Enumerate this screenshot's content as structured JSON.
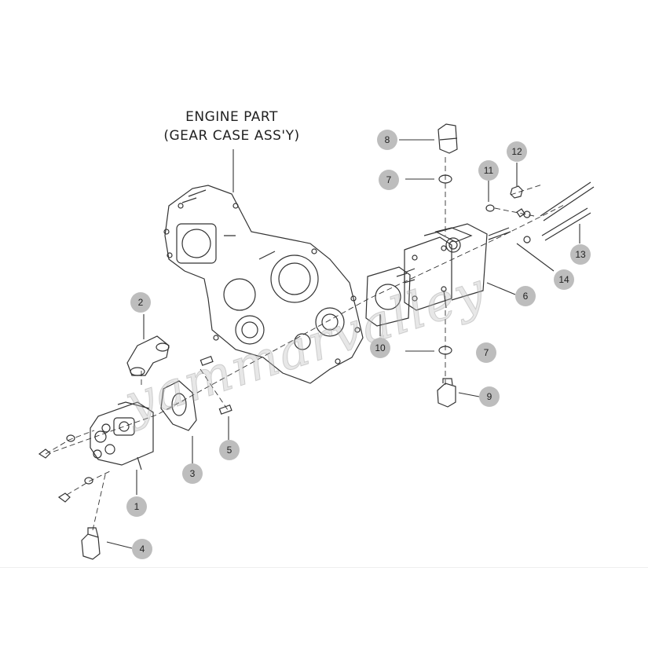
{
  "diagram": {
    "title_line1": "ENGINE PART",
    "title_line2": "(GEAR CASE ASS'Y)",
    "watermark": "yammarvalley",
    "callouts": [
      "1",
      "2",
      "3",
      "4",
      "5",
      "6",
      "7",
      "7",
      "8",
      "9",
      "10",
      "11",
      "12",
      "13",
      "14"
    ],
    "colors": {
      "callout_fill": "#bdbdbd",
      "line": "#333333"
    }
  }
}
